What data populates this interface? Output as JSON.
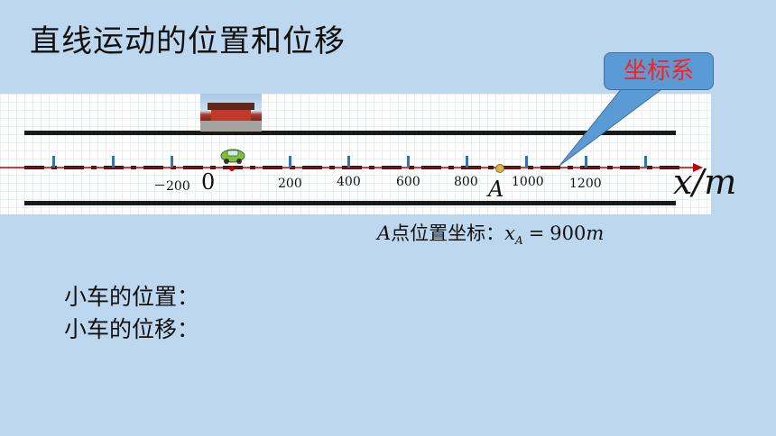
{
  "title": "直线运动的位置和位移",
  "callout": {
    "text": "坐标系"
  },
  "axis": {
    "label": "x/m",
    "origin_label": "0",
    "tick_labels": [
      "－200",
      "200",
      "400",
      "600",
      "800",
      "1000",
      "1200"
    ],
    "point_label": "A"
  },
  "coordinate_note": {
    "point": "A",
    "text": "点位置坐标：",
    "variable": "x",
    "subscript": "A",
    "equals": "=",
    "value": "900",
    "unit": "m"
  },
  "questions": {
    "position": "小车的位置：",
    "displacement": "小车的位移："
  },
  "colors": {
    "background": "#bdd7ee",
    "axis": "#c00000",
    "callout_fill": "#5b9bd5",
    "callout_text": "#ff1f1f",
    "tick": "#2e75b6"
  }
}
